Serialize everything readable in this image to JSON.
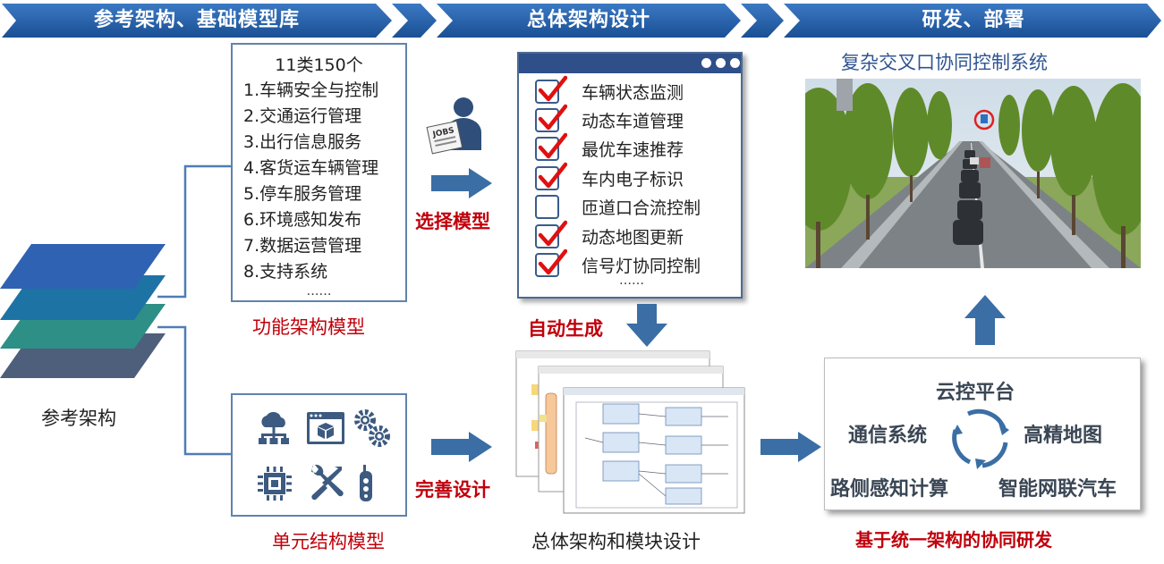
{
  "banner": {
    "section1": "参考架构、基础模型库",
    "section2": "总体架构设计",
    "section3": "研发、部署"
  },
  "reference": {
    "label": "参考架构"
  },
  "function_model": {
    "header": "11类150个",
    "items": [
      "1.车辆安全与控制",
      "2.交通运行管理",
      "3.出行信息服务",
      "4.客货运车辆管理",
      "5.停车服务管理",
      "6.环境感知发布",
      "7.数据运营管理",
      "8.支持系统"
    ],
    "ellipsis": "……",
    "caption": "功能架构模型"
  },
  "unit_model": {
    "caption": "单元结构模型",
    "icons": [
      "cloud-network-icon",
      "browser-box-icon",
      "gears-icon",
      "chip-icon",
      "tools-icon",
      "sensor-icon"
    ]
  },
  "actions": {
    "select": "选择模型",
    "auto": "自动生成",
    "refine": "完善设计"
  },
  "checklist": {
    "items": [
      {
        "label": "车辆状态监测",
        "checked": true
      },
      {
        "label": "动态车道管理",
        "checked": true
      },
      {
        "label": "最优车速推荐",
        "checked": true
      },
      {
        "label": "车内电子标识",
        "checked": true
      },
      {
        "label": "匝道口合流控制",
        "checked": false
      },
      {
        "label": "动态地图更新",
        "checked": true
      },
      {
        "label": "信号灯协同控制",
        "checked": true
      }
    ],
    "ellipsis": "……"
  },
  "design": {
    "caption": "总体架构和模块设计"
  },
  "deploy": {
    "title": "复杂交叉口协同控制系统",
    "platform": {
      "top": "云控平台",
      "left": "通信系统",
      "right": "高精地图",
      "bottom_left": "路侧感知计算",
      "bottom_right": "智能网联汽车"
    },
    "caption": "基于统一架构的协同研发"
  },
  "colors": {
    "banner": "#1f5aa6",
    "arrow": "#3a6ea5",
    "accent_red": "#c0000b",
    "check_red": "#e01010"
  }
}
